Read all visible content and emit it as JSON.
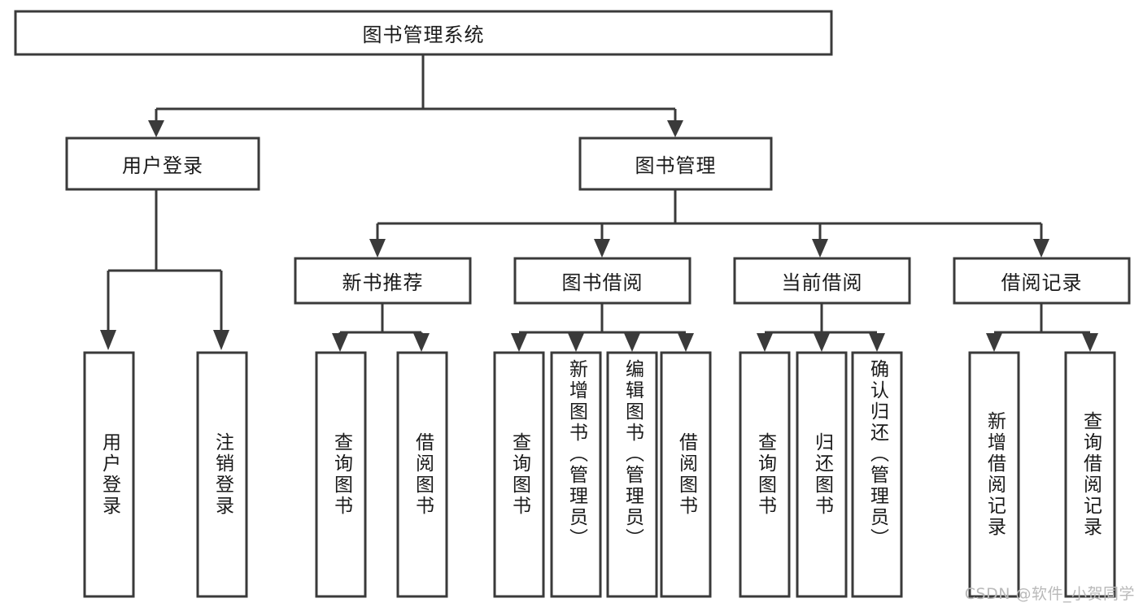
{
  "diagram": {
    "title": "图书管理系统",
    "type": "tree-hierarchy-chart",
    "orientation": "top-down",
    "colors": {
      "box_stroke": "#3a3a3a",
      "box_fill": "#ffffff",
      "line": "#3a3a3a",
      "text": "#1a1a1a",
      "background": "#ffffff",
      "watermark": "#b9b9b9"
    },
    "root": {
      "label": "图书管理系统",
      "orientation": "horizontal"
    },
    "level2": [
      {
        "label": "用户登录",
        "orientation": "horizontal"
      },
      {
        "label": "图书管理",
        "orientation": "horizontal"
      }
    ],
    "level3": [
      {
        "label": "新书推荐",
        "orientation": "horizontal"
      },
      {
        "label": "图书借阅",
        "orientation": "horizontal"
      },
      {
        "label": "当前借阅",
        "orientation": "horizontal"
      },
      {
        "label": "借阅记录",
        "orientation": "horizontal"
      }
    ],
    "leaves": {
      "user_login": [
        {
          "label": "用户登录",
          "orientation": "vertical"
        },
        {
          "label": "注销登录",
          "orientation": "vertical"
        }
      ],
      "new_book_recommend": [
        {
          "label": "查询图书",
          "orientation": "vertical"
        },
        {
          "label": "借阅图书",
          "orientation": "vertical"
        }
      ],
      "book_borrow": [
        {
          "label": "查询图书",
          "orientation": "vertical"
        },
        {
          "label": "新增图书（管理员）",
          "orientation": "vertical"
        },
        {
          "label": "编辑图书（管理员）",
          "orientation": "vertical"
        },
        {
          "label": "借阅图书",
          "orientation": "vertical"
        }
      ],
      "current_borrow": [
        {
          "label": "查询图书",
          "orientation": "vertical"
        },
        {
          "label": "归还图书",
          "orientation": "vertical"
        },
        {
          "label": "确认归还（管理员）",
          "orientation": "vertical"
        }
      ],
      "borrow_record": [
        {
          "label": "新增借阅记录",
          "orientation": "vertical"
        },
        {
          "label": "查询借阅记录",
          "orientation": "vertical"
        }
      ]
    },
    "watermark": "CSDN @软件_小贺同学"
  }
}
